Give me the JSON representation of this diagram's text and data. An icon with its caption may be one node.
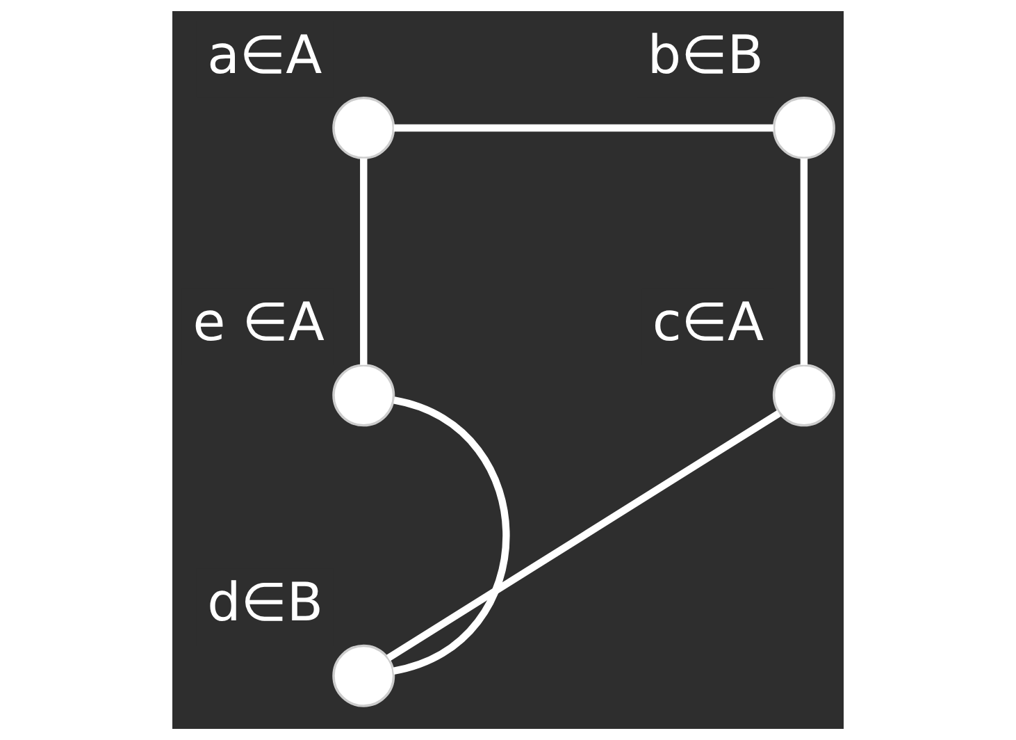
{
  "diagram": {
    "nodes": [
      {
        "text": [],
        "shape": "circle",
        "beside": [
          "a∈A"
        ]
      },
      {
        "text": [],
        "shape": "circle",
        "beside": [
          "b∈B"
        ]
      },
      {
        "text": [],
        "shape": "circle",
        "beside": [
          "c∈A"
        ]
      },
      {
        "text": [],
        "shape": "circle",
        "beside": [
          "d∈B"
        ]
      },
      {
        "text": [],
        "shape": "circle",
        "beside": [
          "e ∈A"
        ]
      }
    ],
    "edges": [
      {
        "from": 0,
        "to": 1,
        "arrow": "none"
      },
      {
        "from": 1,
        "to": 2,
        "arrow": "none"
      },
      {
        "from": 2,
        "to": 3,
        "arrow": "none"
      },
      {
        "from": 3,
        "to": 4,
        "arrow": "none"
      },
      {
        "from": 4,
        "to": 0,
        "arrow": "none"
      }
    ]
  }
}
